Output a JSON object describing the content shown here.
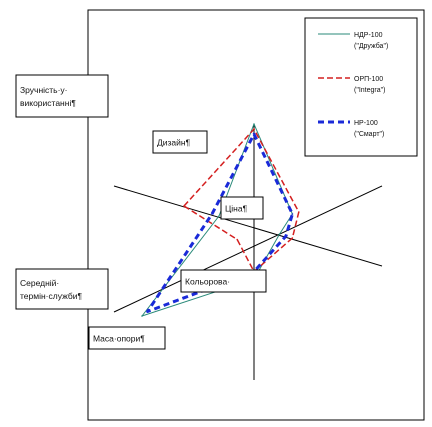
{
  "chart_data": {
    "type": "radar",
    "axes": [
      {
        "label_lines": [
          "Зручність·у·",
          "використанні¶"
        ]
      },
      {
        "label_lines": [
          "Дизайн¶"
        ]
      },
      {
        "label_lines": [
          "Ціна¶"
        ]
      },
      {
        "label_lines": [
          "Кольорова·"
        ]
      },
      {
        "label_lines": [
          "Середній·",
          "термін·служби¶"
        ]
      },
      {
        "label_lines": [
          "Маса·опори¶"
        ]
      }
    ],
    "series": [
      {
        "name_lines": [
          "НДР-100",
          "(\"Дружба\")"
        ],
        "color": "#2a8a7a",
        "dash": "solid",
        "values": [
          0.25,
          1.0,
          0.3,
          0.2,
          0.35,
          1.0
        ]
      },
      {
        "name_lines": [
          "ОРП-100",
          "(\"Integra\")"
        ],
        "color": "#d42020",
        "dash": "dashed",
        "values": [
          0.5,
          0.95,
          0.35,
          0.3,
          0.3,
          0.15
        ]
      },
      {
        "name_lines": [
          "НР-100",
          "(\"Смарт\")"
        ],
        "color": "#1a2ad8",
        "dash": "bold-dashed",
        "values": [
          0.3,
          0.9,
          0.3,
          0.25,
          0.3,
          0.95
        ]
      }
    ],
    "legend": "top-right",
    "grid": false
  }
}
